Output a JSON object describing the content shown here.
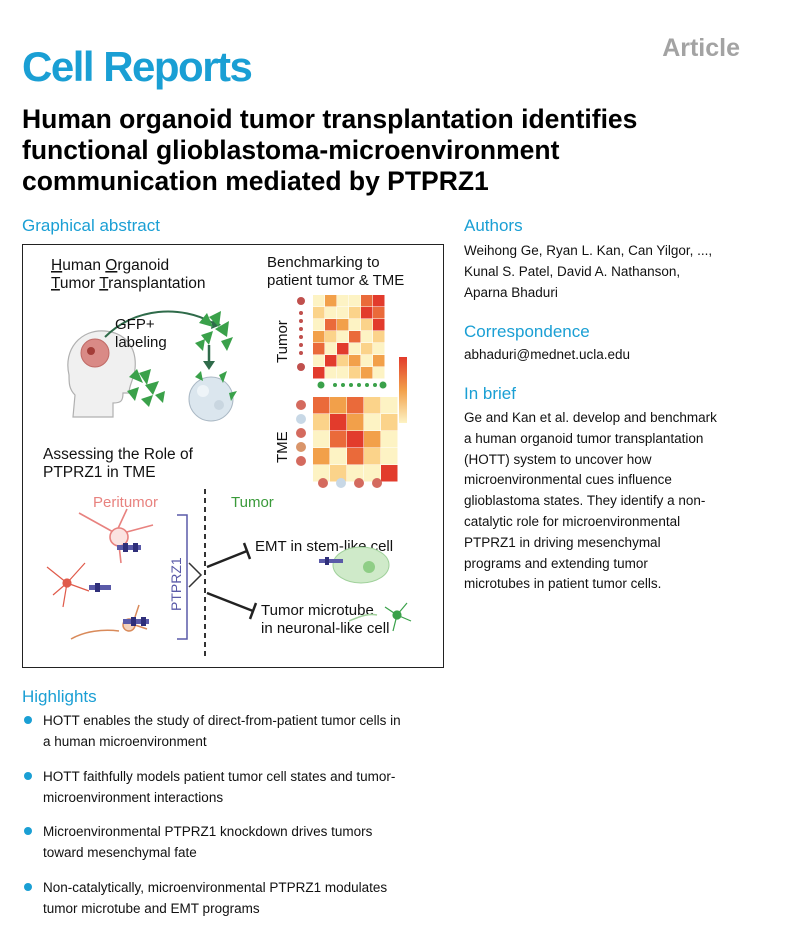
{
  "journal": "Cell Reports",
  "article_type": "Article",
  "title": "Human organoid tumor transplantation identifies functional glioblastoma-microenvironment communication mediated by PTPRZ1",
  "graphical_abstract": {
    "heading": "Graphical abstract",
    "panel1_line1": {
      "h": "H",
      "uman": "uman ",
      "o": "O",
      "rganoid": "rganoid"
    },
    "panel1_line2": {
      "t": "T",
      "umor": "umor ",
      "t2": "T",
      "ransplantation": "ransplantation"
    },
    "gfp_label_1": "GFP+",
    "gfp_label_2": "labeling",
    "bench_line1": "Benchmarking to",
    "bench_line2": "patient tumor & TME",
    "tumor_axis": "Tumor",
    "tme_axis": "TME",
    "assess_line1": "Assessing the Role of",
    "assess_line2": "PTPRZ1 in TME",
    "peritumor": "Peritumor",
    "tumor": "Tumor",
    "ptprz1": "PTPRZ1",
    "emt": "EMT in stem-like cell",
    "microtube_1": "Tumor microtube",
    "microtube_2": "in neuronal-like cell",
    "colors": {
      "peritumor": "#e8827f",
      "tumor": "#3a9a3a",
      "ptprz1": "#5a5aa8",
      "heat_high": "#e23b2c",
      "heat_mid": "#f2a04a",
      "heat_low": "#fdf3c4"
    }
  },
  "authors": {
    "heading": "Authors",
    "line1": "Weihong Ge, Ryan L. Kan, Can Yilgor, ...,",
    "line2": "Kunal S. Patel, David A. Nathanson,",
    "line3": "Aparna Bhaduri"
  },
  "correspondence": {
    "heading": "Correspondence",
    "email": "abhaduri@mednet.ucla.edu"
  },
  "in_brief": {
    "heading": "In brief",
    "lines": [
      "Ge and Kan et al. develop and benchmark",
      "a human organoid tumor transplantation",
      "(HOTT) system to uncover how",
      "microenvironmental cues influence",
      "glioblastoma states. They identify a non-",
      "catalytic role for microenvironmental",
      "PTPRZ1 in driving mesenchymal",
      "programs and extending tumor",
      "microtubes in patient tumor cells."
    ]
  },
  "highlights": {
    "heading": "Highlights",
    "items": [
      [
        "HOTT enables the study of direct-from-patient tumor cells in",
        "a human microenvironment"
      ],
      [
        "HOTT faithfully models patient tumor cell states and tumor-",
        "microenvironment interactions"
      ],
      [
        "Microenvironmental PTPRZ1 knockdown drives tumors",
        "toward mesenchymal fate"
      ],
      [
        "Non-catalytically, microenvironmental PTPRZ1 modulates",
        "tumor microtube and EMT programs"
      ]
    ]
  }
}
